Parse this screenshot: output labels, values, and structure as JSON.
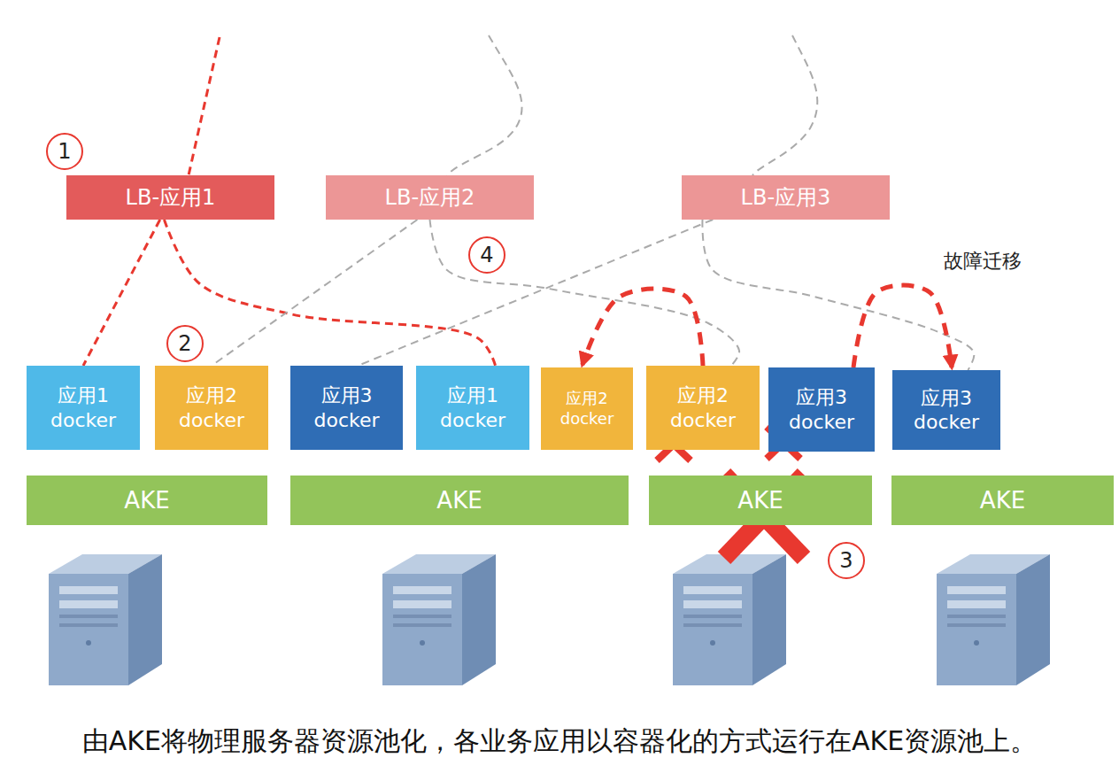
{
  "diagram": {
    "caption": "由AKE将物理服务器资源池化，各业务应用以容器化的方式运行在AKE资源池上。",
    "nodes": [
      {
        "text": [
          "LB-应用1"
        ]
      },
      {
        "text": [
          "LB-应用2"
        ]
      },
      {
        "text": [
          "LB-应用3"
        ]
      },
      {
        "text": [
          "应用1 docker"
        ]
      },
      {
        "text": [
          "应用2 docker"
        ]
      },
      {
        "text": [
          "应用3 docker"
        ]
      },
      {
        "text": [
          "应用1 docker"
        ]
      },
      {
        "text": [
          "应用2 docker"
        ]
      },
      {
        "text": [
          "应用2 docker"
        ]
      },
      {
        "text": [
          "应用3 docker"
        ]
      },
      {
        "text": [
          "应用3 docker"
        ]
      },
      {
        "text": [
          "AKE"
        ]
      },
      {
        "text": [
          "AKE"
        ]
      },
      {
        "text": [
          "AKE"
        ]
      },
      {
        "text": [
          "AKE"
        ]
      }
    ],
    "edges": [
      {
        "from": 0,
        "to": 3,
        "arrow": "none"
      },
      {
        "from": 0,
        "to": 6,
        "arrow": "none"
      },
      {
        "from": 1,
        "to": 4,
        "arrow": "none"
      },
      {
        "from": 1,
        "to": 8,
        "arrow": "none"
      },
      {
        "from": 2,
        "to": 5,
        "arrow": "none"
      },
      {
        "from": 2,
        "to": 10,
        "arrow": "none"
      },
      {
        "from": 8,
        "to": 7,
        "arrow": "to"
      },
      {
        "from": 9,
        "to": 10,
        "arrow": "to"
      }
    ],
    "labels": [
      "1",
      "4",
      "故障迁移",
      "2",
      "3"
    ]
  }
}
